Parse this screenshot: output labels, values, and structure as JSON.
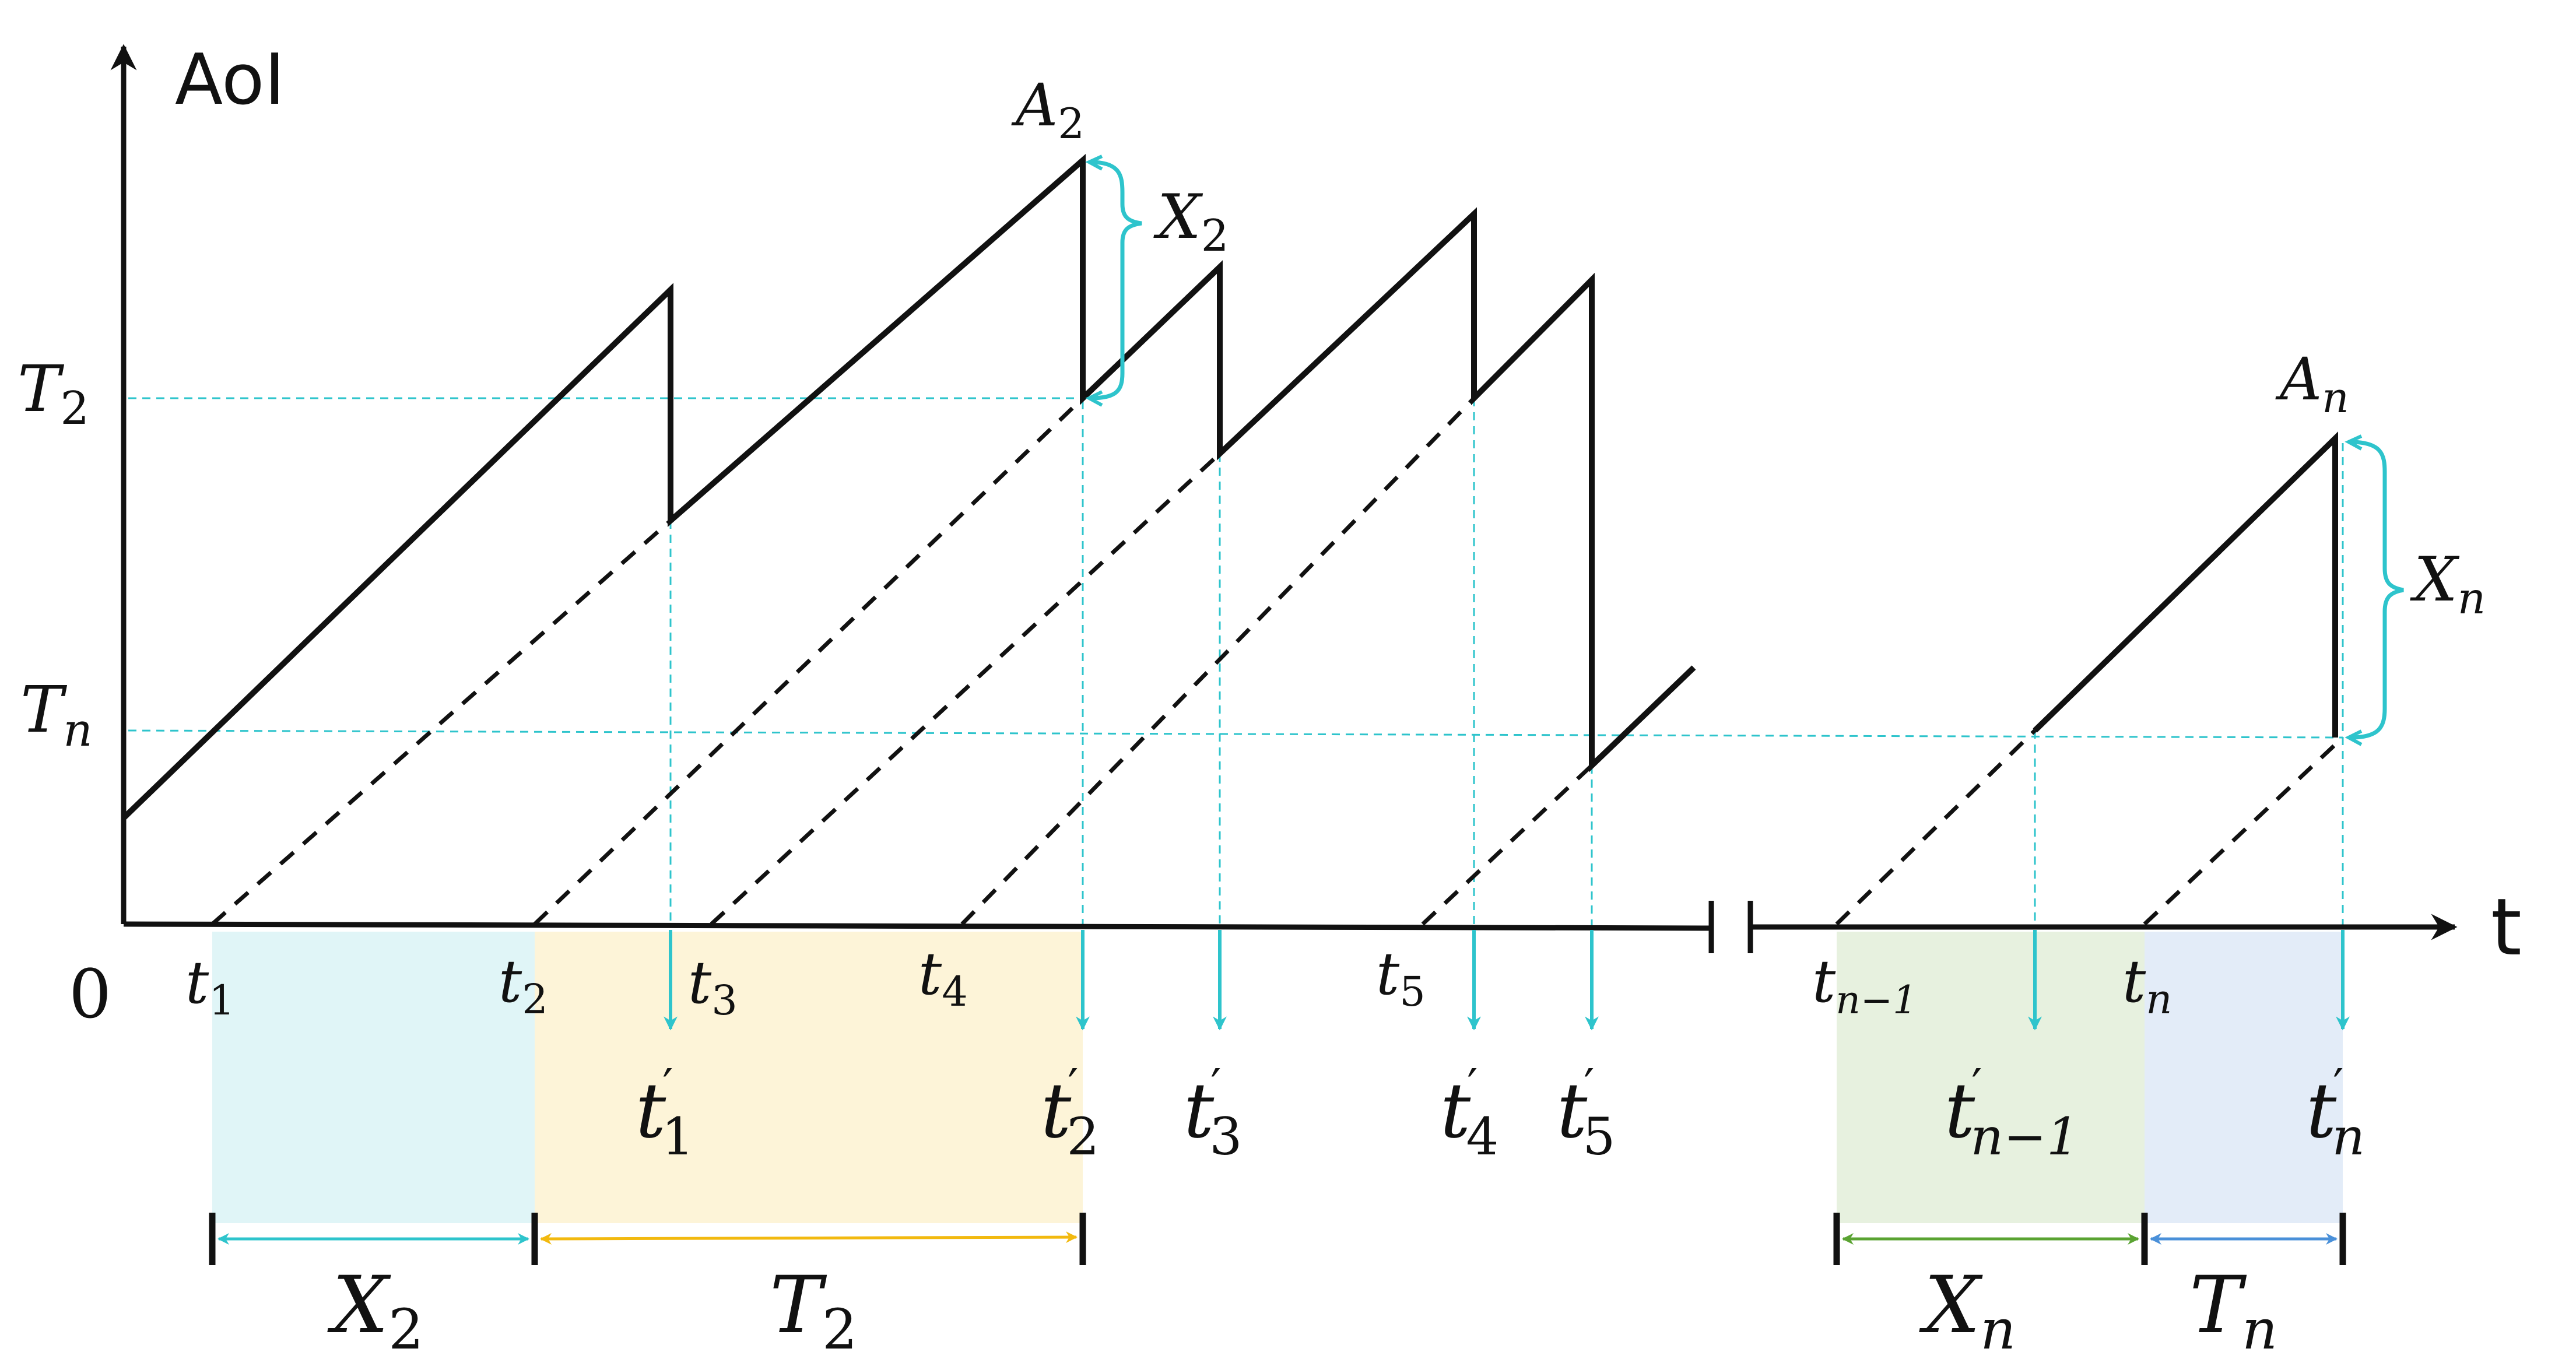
{
  "colors": {
    "curve": "#111111",
    "cyan": "#2ec4cc",
    "gold": "#f2b90f",
    "green": "#5aa332",
    "blue": "#4a90d9",
    "shade_x2": "#e0f5f7",
    "shade_t2": "#fdf4d8",
    "shade_xn": "#e7f1df",
    "shade_tn": "#e3ecf8"
  },
  "axes": {
    "y_label": "AoI",
    "x_label": "t",
    "origin": "0",
    "y_ticks": [
      {
        "base": "T",
        "sub": "2"
      },
      {
        "base": "T",
        "sub": "n"
      }
    ]
  },
  "arrivals": [
    {
      "base": "t",
      "sub": "1"
    },
    {
      "base": "t",
      "sub": "2"
    },
    {
      "base": "t",
      "sub": "3"
    },
    {
      "base": "t",
      "sub": "4"
    },
    {
      "base": "t",
      "sub": "5"
    },
    {
      "base": "t",
      "sub": "n−1"
    },
    {
      "base": "t",
      "sub": "n"
    }
  ],
  "deliveries": [
    {
      "base": "t",
      "sup": "′",
      "sub": "1"
    },
    {
      "base": "t",
      "sup": "′",
      "sub": "2"
    },
    {
      "base": "t",
      "sup": "′",
      "sub": "3"
    },
    {
      "base": "t",
      "sup": "′",
      "sub": "4"
    },
    {
      "base": "t",
      "sup": "′",
      "sub": "5"
    },
    {
      "base": "t",
      "sup": "′",
      "sub": "n−1"
    },
    {
      "base": "t",
      "sup": "′",
      "sub": "n"
    }
  ],
  "peaks": [
    {
      "base": "A",
      "sub": "2"
    },
    {
      "base": "A",
      "sub": "n"
    }
  ],
  "braces": [
    {
      "base": "X",
      "sub": "2"
    },
    {
      "base": "X",
      "sub": "n"
    }
  ],
  "intervals": [
    {
      "base": "X",
      "sub": "2"
    },
    {
      "base": "T",
      "sub": "2"
    },
    {
      "base": "X",
      "sub": "n"
    },
    {
      "base": "T",
      "sub": "n"
    }
  ]
}
